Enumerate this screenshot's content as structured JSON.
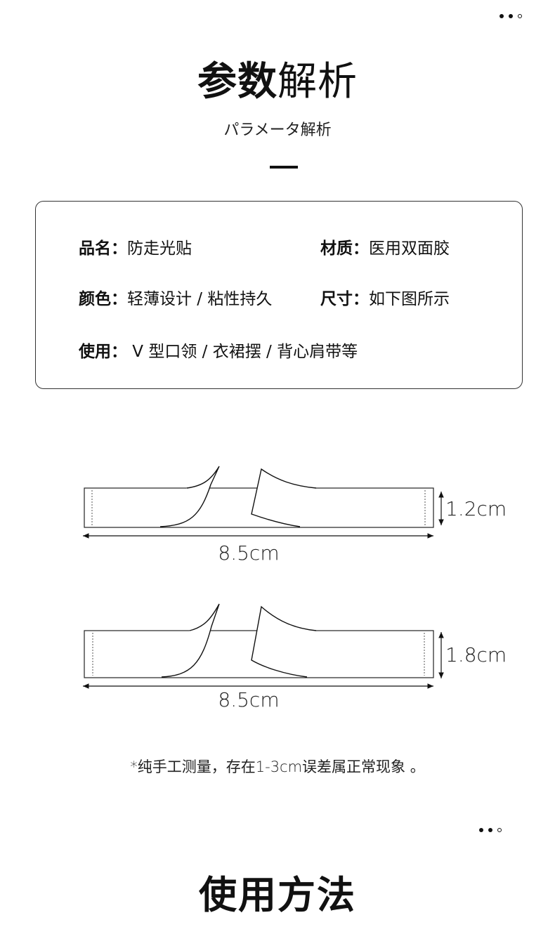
{
  "header": {
    "title_bold": "参数",
    "title_light": "解析",
    "subtitle": "パラメータ解析"
  },
  "params": {
    "name": {
      "key": "品名：",
      "value": "防走光贴"
    },
    "material": {
      "key": "材质：",
      "value": "医用双面胶"
    },
    "color": {
      "key": "颜色：",
      "value": "轻薄设计 / 粘性持久"
    },
    "size": {
      "key": "尺寸：",
      "value": "如下图所示"
    },
    "usage": {
      "key": "使用：",
      "value": " V 型口领 / 衣裙摆 / 背心肩带等"
    }
  },
  "diagrams": [
    {
      "height": "1.2cm",
      "width": "8.5cm"
    },
    {
      "height": "1.8cm",
      "width": "8.5cm"
    }
  ],
  "note": "*纯手工测量，存在1-3cm误差属正常现象 。",
  "footer": {
    "title": "使用方法"
  }
}
